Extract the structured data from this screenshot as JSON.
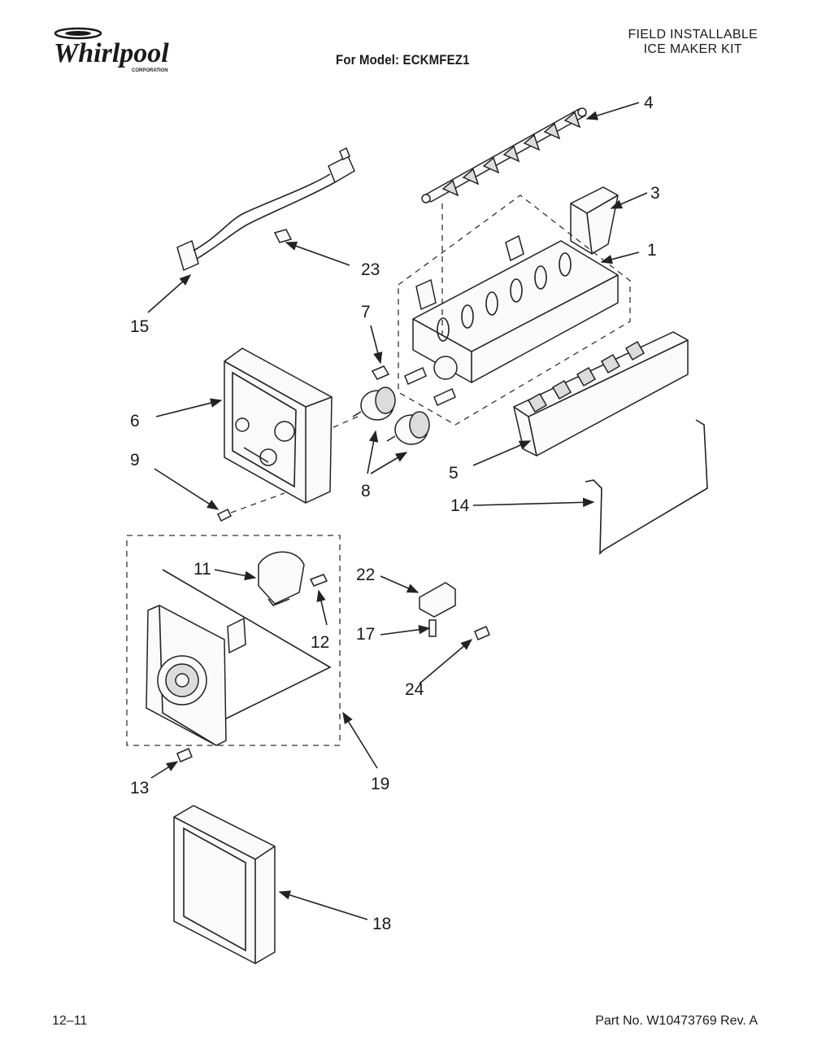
{
  "header": {
    "brand": "Whirlpool",
    "brand_sub": "CORPORATION",
    "model": "For Model: ECKMFEZ1",
    "kit_line1": "FIELD INSTALLABLE",
    "kit_line2": "ICE MAKER KIT"
  },
  "callouts": [
    "1",
    "3",
    "4",
    "5",
    "6",
    "7",
    "8",
    "9",
    "11",
    "12",
    "13",
    "14",
    "15",
    "17",
    "18",
    "19",
    "22",
    "23",
    "24"
  ],
  "footer": {
    "date": "12–11",
    "part_no": "Part No. W10473769 Rev. A"
  }
}
